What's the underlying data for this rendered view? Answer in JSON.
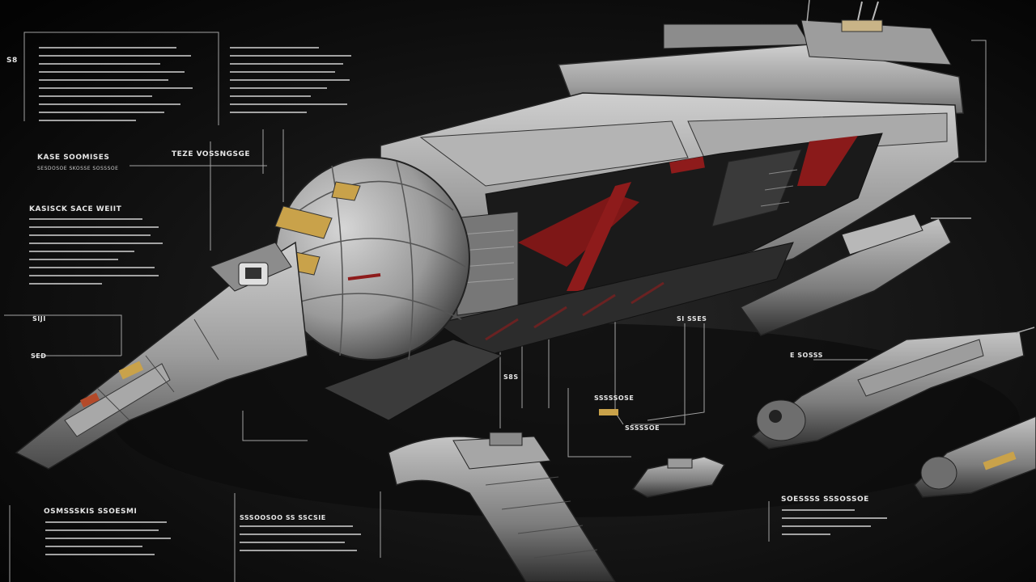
{
  "labels": {
    "top_left_code": "S8",
    "header_a": "KASE SOOMISES",
    "header_a_sub": "SESDOSOE SKOSSE SOSSSOE",
    "header_b": "TEZE VOSSNGSGE",
    "header_c": "KASISCK SACE WEIIT",
    "mid_left_code": "SIJI",
    "mid_left_code2": "SED",
    "callout_center": "S8S",
    "callout_right": "SI SSES",
    "callout_right2": "E SOSSS",
    "bottom_left_header": "OSMSSSKIS SSOESMI",
    "bottom_mid_header": "SSSOOSOO SS SSCSIE",
    "bottom_right_header": "SOESSSS SSSOSSOE",
    "callout_lower": "SSSSSOSE",
    "callout_lower2": "SSSSSOE"
  },
  "colors": {
    "background": "#050505",
    "hull": "#9a9a9a",
    "accent_red": "#8e1b1b",
    "accent_gold": "#c9a24a",
    "line": "#c8c8c8"
  }
}
